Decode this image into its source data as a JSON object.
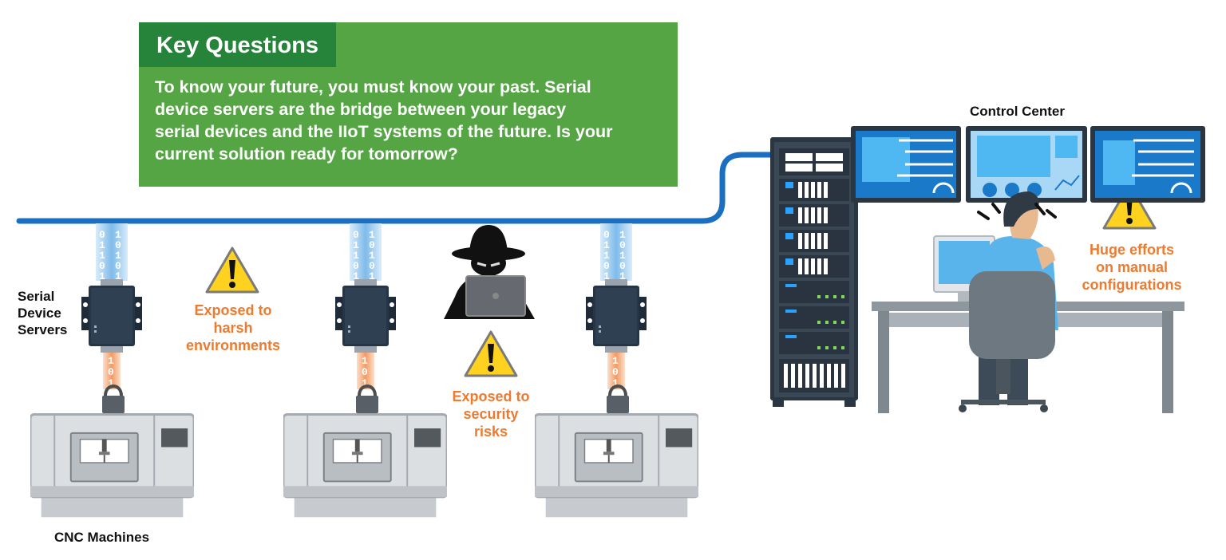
{
  "key_questions": {
    "title": "Key Questions",
    "body": "To know your future, you must know your past. Serial\ndevice servers are the bridge between your legacy\nserial devices and the IIoT systems of the future. Is your\ncurrent solution ready for tomorrow?"
  },
  "labels": {
    "serial_device_servers": "Serial\nDevice\nServers",
    "cnc_machines": "CNC Machines",
    "control_center": "Control Center"
  },
  "warnings": {
    "harsh_environments": "Exposed to\nharsh\nenvironments",
    "security_risks": "Exposed to\nsecurity\nrisks",
    "manual_configurations": "Huge efforts\non manual\nconfigurations"
  },
  "data_streams": {
    "blue_bits": [
      "0",
      "1",
      "1",
      "0",
      "1"
    ],
    "blue_bits_b": [
      "1",
      "0",
      "1",
      "0",
      "1"
    ],
    "orange_bits": [
      "1",
      "0",
      "1"
    ]
  },
  "colors": {
    "green_box": "#55a544",
    "green_tab": "#26843a",
    "network_line": "#1a6fc0",
    "warning_text": "#ef7a2e",
    "warning_fill": "#ffd21f"
  },
  "icons": [
    "warning-icon",
    "hacker-icon",
    "server-rack-icon",
    "monitor-icon",
    "serial-device-server-icon",
    "cnc-machine-icon",
    "operator-icon"
  ]
}
